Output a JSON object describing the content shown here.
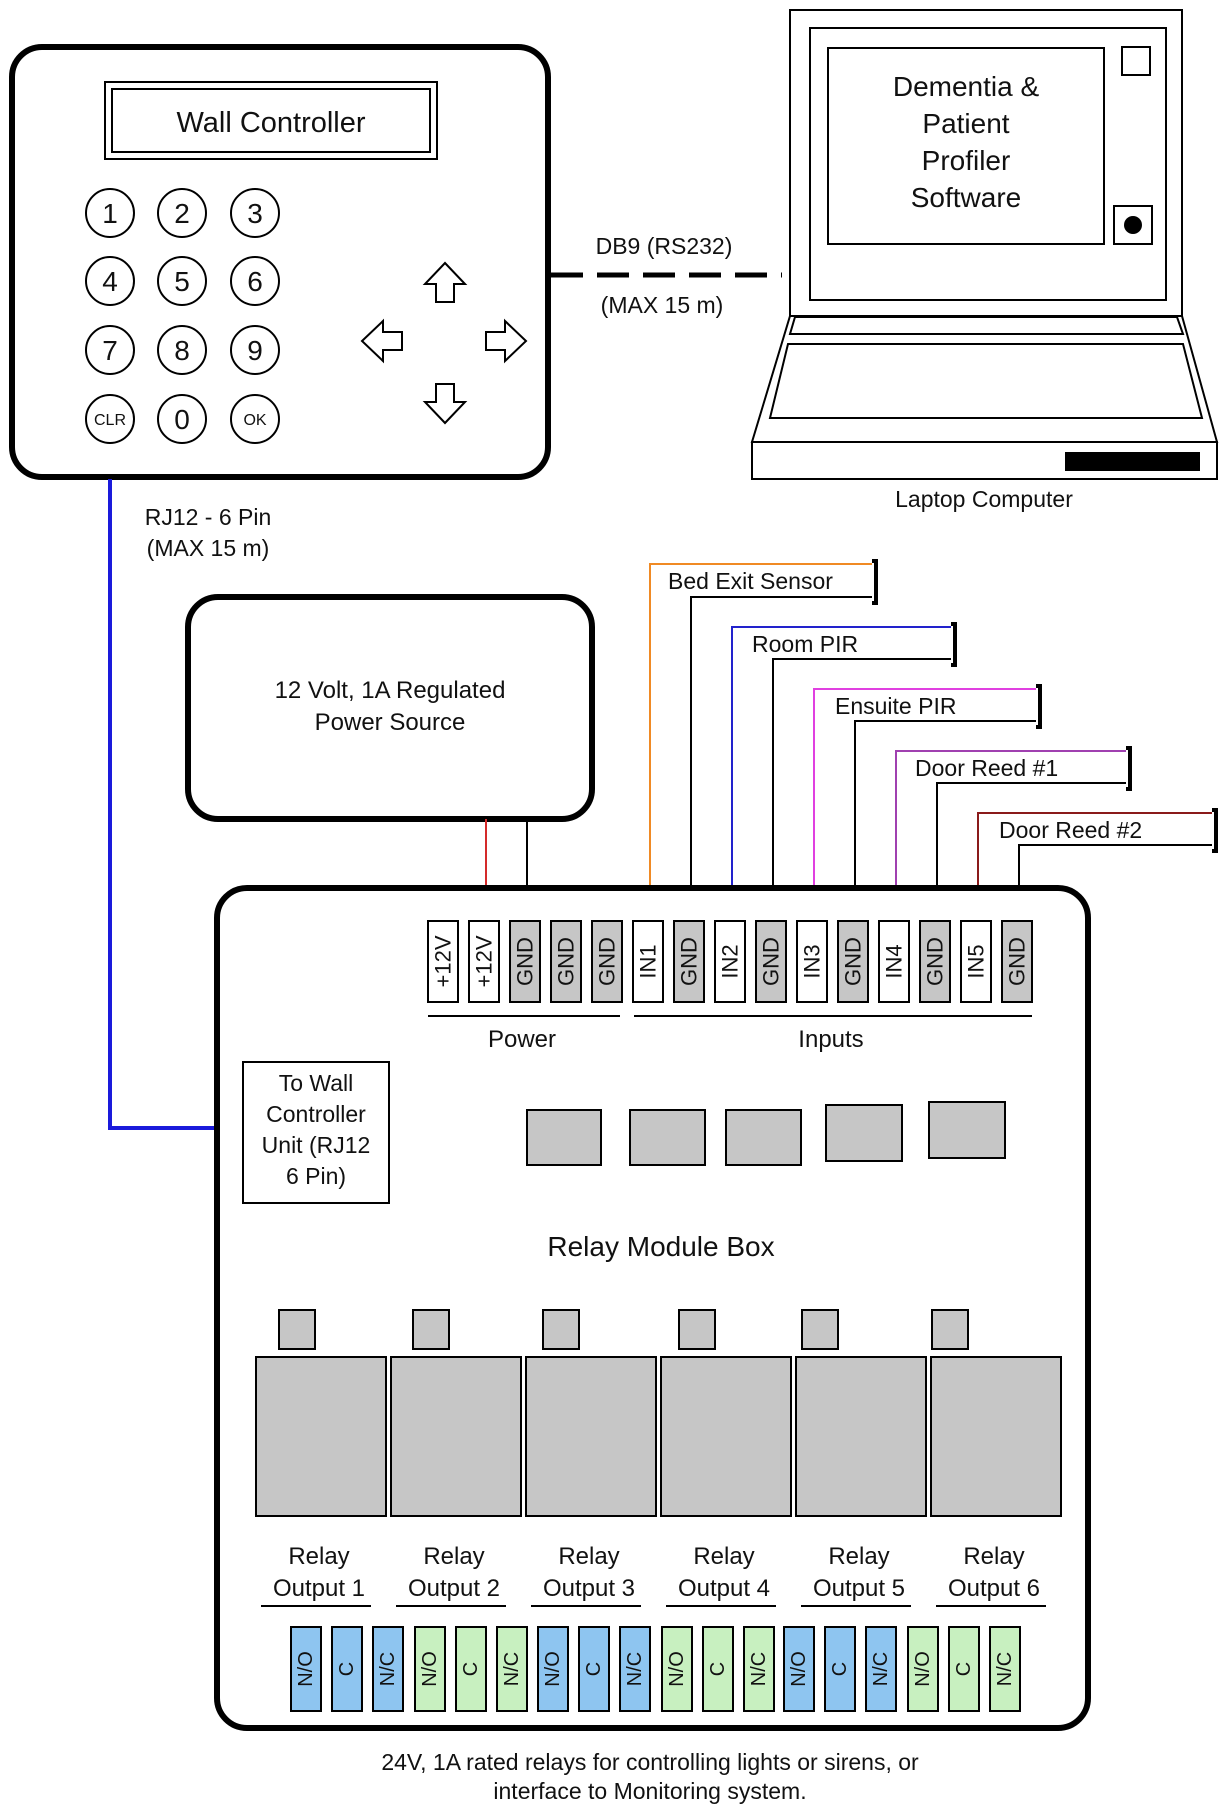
{
  "wall_controller": {
    "title": "Wall Controller",
    "keys": [
      "1",
      "2",
      "3",
      "4",
      "5",
      "6",
      "7",
      "8",
      "9",
      "CLR",
      "0",
      "OK"
    ],
    "arrows": [
      "up",
      "left",
      "right",
      "down"
    ]
  },
  "connections": {
    "db9_line1": "DB9 (RS232)",
    "db9_line2": "(MAX 15 m)",
    "rj12_line1": "RJ12 - 6 Pin",
    "rj12_line2": "(MAX 15 m)"
  },
  "laptop": {
    "screen_lines": [
      "Dementia &",
      "Patient",
      "Profiler",
      "Software"
    ],
    "caption": "Laptop Computer"
  },
  "power_source": {
    "line1": "12 Volt, 1A Regulated",
    "line2": "Power Source"
  },
  "sensors": [
    "Bed Exit Sensor",
    "Room PIR",
    "Ensuite PIR",
    "Door Reed #1",
    "Door Reed #2"
  ],
  "wire_colors": {
    "rj12": "#1a1adb",
    "power": "#d42a2a",
    "in1": "#f08a24",
    "in2": "#2222cc",
    "in3": "#e040e0",
    "in4": "#a040b0",
    "in5": "#8a1a1a",
    "gnd": "#111111"
  },
  "relay_box": {
    "terminals": [
      "+12V",
      "+12V",
      "GND",
      "GND",
      "GND",
      "IN1",
      "GND",
      "IN2",
      "GND",
      "IN3",
      "GND",
      "IN4",
      "GND",
      "IN5",
      "GND"
    ],
    "power_label": "Power",
    "inputs_label": "Inputs",
    "wall_port_lines": [
      "To Wall",
      "Controller",
      "Unit (RJ12",
      "6 Pin)"
    ],
    "title": "Relay Module Box",
    "relay_outputs": [
      {
        "line1": "Relay",
        "line2": "Output 1"
      },
      {
        "line1": "Relay",
        "line2": "Output 2"
      },
      {
        "line1": "Relay",
        "line2": "Output 3"
      },
      {
        "line1": "Relay",
        "line2": "Output 4"
      },
      {
        "line1": "Relay",
        "line2": "Output 5"
      },
      {
        "line1": "Relay",
        "line2": "Output 6"
      }
    ],
    "contact_labels": [
      "N/O",
      "C",
      "N/C"
    ],
    "contact_colors": {
      "blue": "#8ec5f0",
      "green": "#c8f0c0"
    }
  },
  "footer": {
    "line1": "24V, 1A rated relays for controlling lights or sirens, or",
    "line2": "interface to Monitoring system."
  }
}
